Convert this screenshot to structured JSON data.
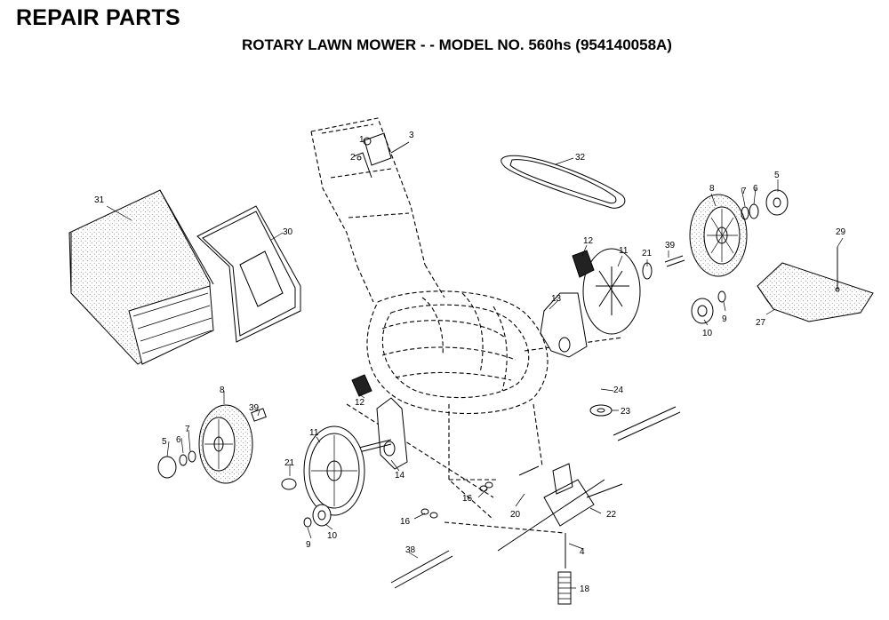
{
  "header": {
    "heading": "REPAIR PARTS",
    "title": "ROTARY LAWN MOWER - - MODEL NO. 560hs (954140058A)"
  },
  "callouts": {
    "p1": "1",
    "p2": "2",
    "p3": "3",
    "p32": "32",
    "p31": "31",
    "p30": "30",
    "p8r": "8",
    "p7r": "7",
    "p6r": "6",
    "p5r": "5",
    "p29": "29",
    "p12r": "12",
    "p11r": "11",
    "p21r": "21",
    "p39r": "39",
    "p13": "13",
    "p27": "27",
    "p10r": "10",
    "p9r": "9",
    "p24": "24",
    "p23": "23",
    "p12l": "12",
    "p8l": "8",
    "p39l": "39",
    "p7l": "7",
    "p6l": "6",
    "p5l": "5",
    "p11l": "11",
    "p21l": "21",
    "p14": "14",
    "p16a": "16",
    "p16b": "16",
    "p20": "20",
    "p22": "22",
    "p10l": "10",
    "p9l": "9",
    "p4": "4",
    "p38": "38",
    "p18": "18"
  }
}
